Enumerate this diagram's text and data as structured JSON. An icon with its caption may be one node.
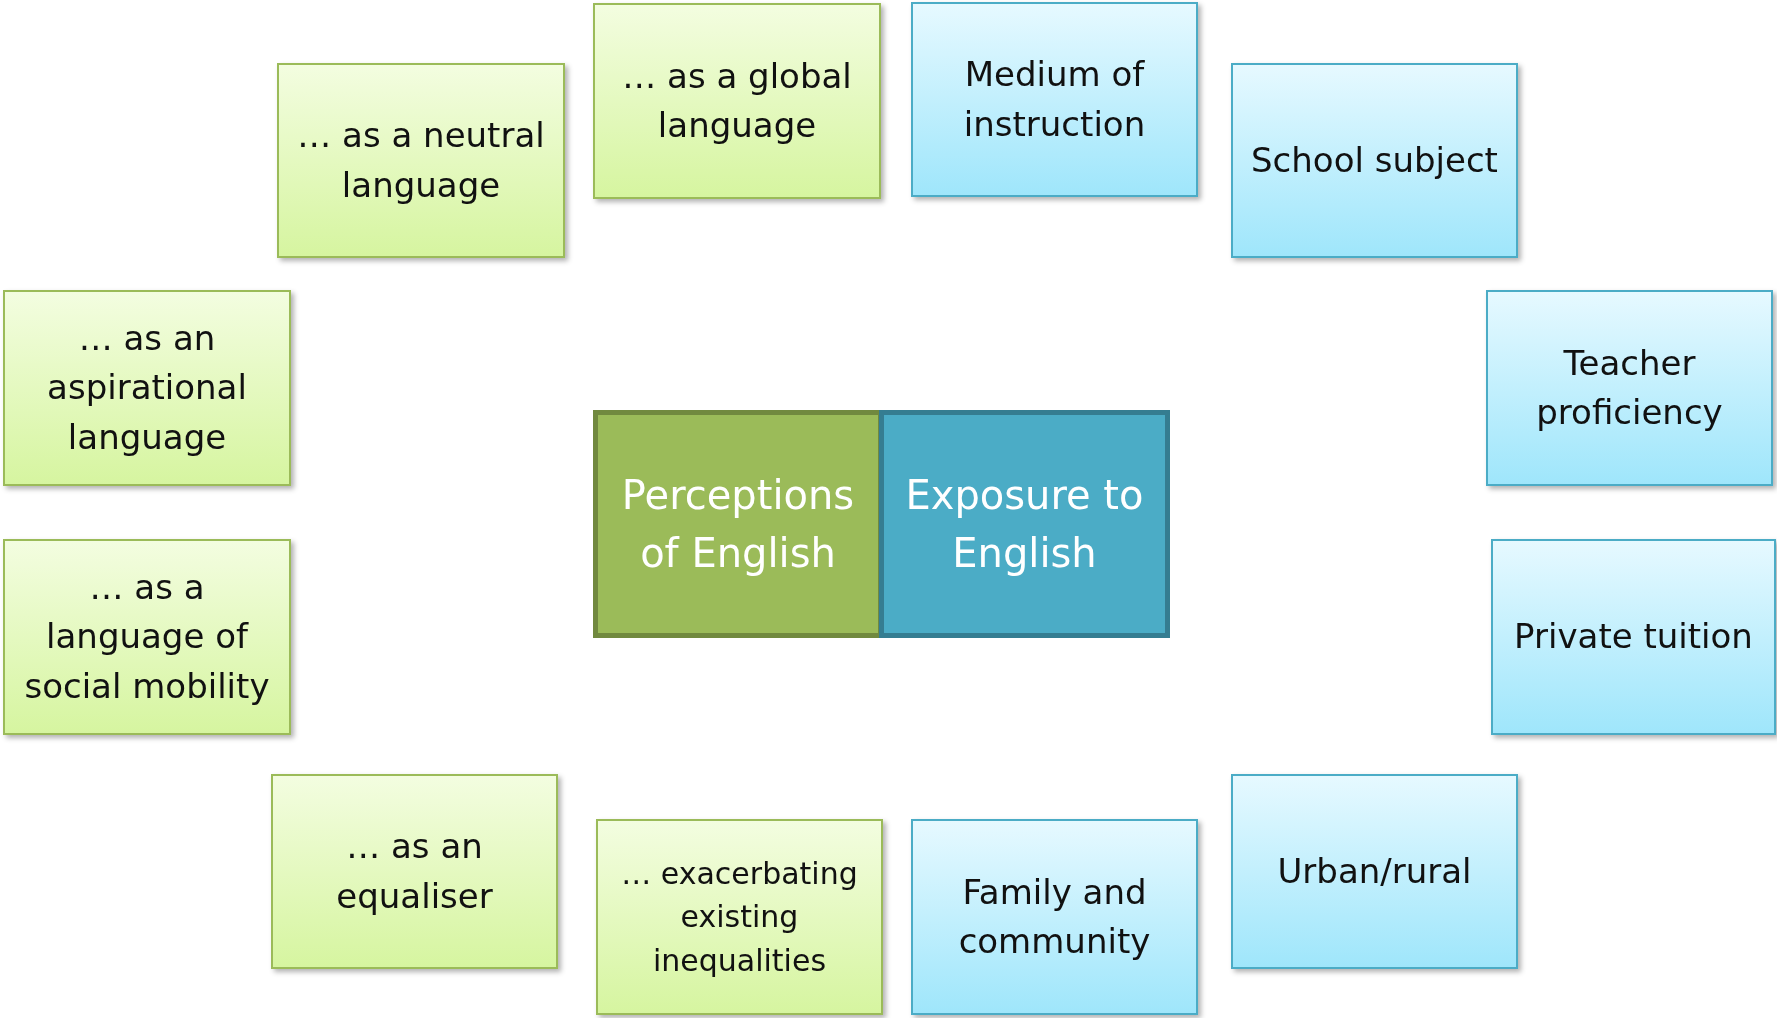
{
  "diagram": {
    "nodes": [
      {
        "text": [
          "Perceptions of English"
        ]
      },
      {
        "text": [
          "Exposure to English"
        ]
      },
      {
        "text": [
          "… as a neutral language"
        ]
      },
      {
        "text": [
          "… as a global language"
        ]
      },
      {
        "text": [
          "… as an aspirational language"
        ]
      },
      {
        "text": [
          "… as a language of social mobility"
        ]
      },
      {
        "text": [
          "… as an equaliser"
        ]
      },
      {
        "text": [
          "… exacerbating existing inequalities"
        ]
      },
      {
        "text": [
          "Medium of instruction"
        ]
      },
      {
        "text": [
          "School subject"
        ]
      },
      {
        "text": [
          "Teacher proficiency"
        ]
      },
      {
        "text": [
          "Private tuition"
        ]
      },
      {
        "text": [
          "Urban/rural"
        ]
      },
      {
        "text": [
          "Family and community"
        ]
      }
    ]
  }
}
